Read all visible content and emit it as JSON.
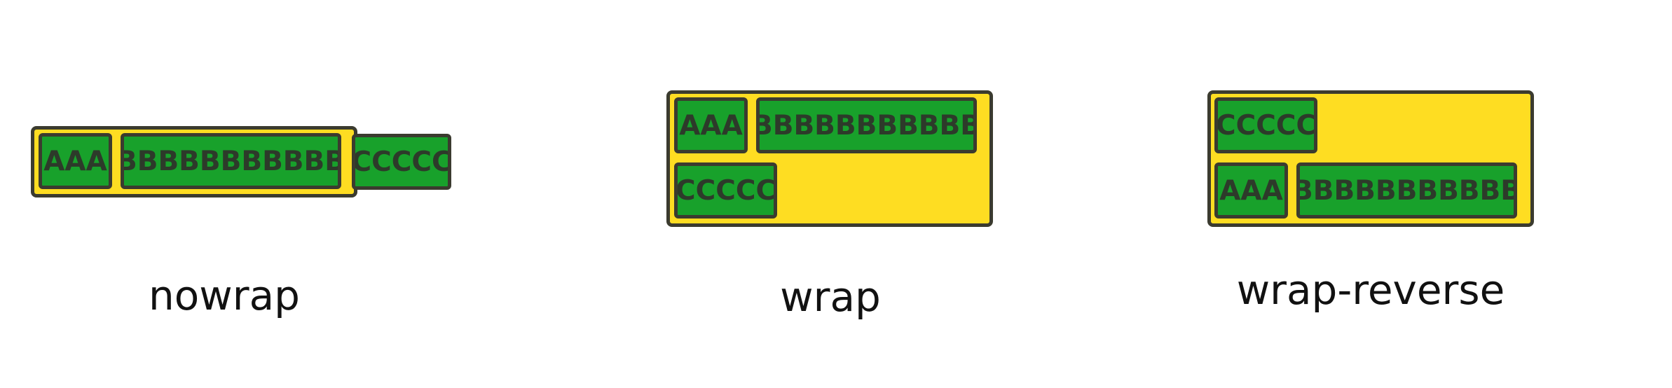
{
  "colors": {
    "container_fill": "#FEDD22",
    "item_fill": "#18A12B",
    "outline": "#3b3b2f",
    "item_text": "#2d3a2a",
    "caption_text": "#111111"
  },
  "examples": [
    {
      "caption": "nowrap",
      "items": [
        "AAA",
        "BBBBBBBBBBB",
        "CCCCC"
      ]
    },
    {
      "caption": "wrap",
      "items": [
        "AAA",
        "BBBBBBBBBBB",
        "CCCCC"
      ]
    },
    {
      "caption": "wrap-reverse",
      "items": [
        "AAA",
        "BBBBBBBBBBB",
        "CCCCC"
      ]
    }
  ]
}
